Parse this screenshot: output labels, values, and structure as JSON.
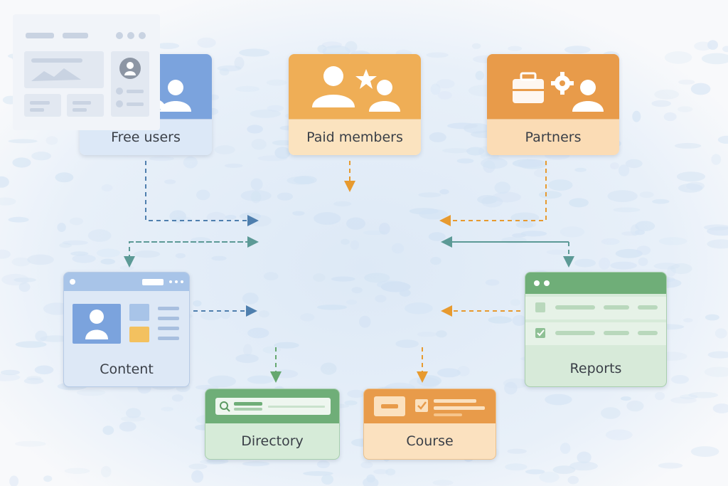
{
  "nodes": {
    "free_users": {
      "label": "Free users",
      "icon": "users-group-icon"
    },
    "paid_members": {
      "label": "Paid members",
      "icon": "member-star-icon"
    },
    "partners": {
      "label": "Partners",
      "icon": "briefcase-gear-user-icon"
    },
    "hub": {
      "icon": "dashboard-screen-icon"
    },
    "content": {
      "label": "Content",
      "icon": "content-window-icon"
    },
    "reports": {
      "label": "Reports",
      "icon": "checklist-table-icon"
    },
    "directory": {
      "label": "Directory",
      "icon": "search-bar-icon"
    },
    "course": {
      "label": "Course",
      "icon": "course-lesson-icon"
    }
  },
  "colors": {
    "blue": "#4f7fae",
    "teal": "#5c9a96",
    "orange": "#e79a2f",
    "green": "#66a870"
  }
}
